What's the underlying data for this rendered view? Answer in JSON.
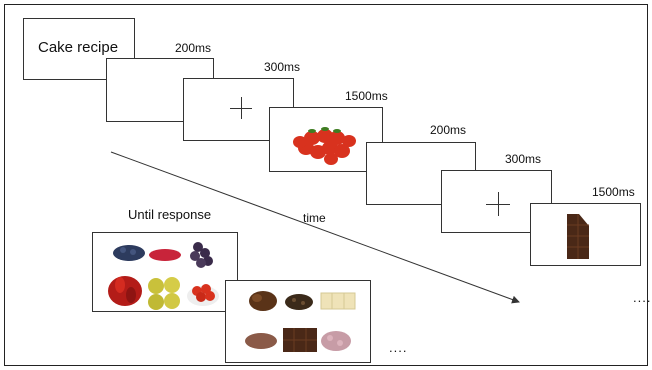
{
  "first_screen": {
    "text": "Cake recipe"
  },
  "durations": {
    "blank1": "200ms",
    "fix1": "300ms",
    "stim1": "1500ms",
    "blank2": "200ms",
    "fix2": "300ms",
    "stim2": "1500ms"
  },
  "time_label": "time",
  "response_label": "Until response",
  "ellipsis_right": "....",
  "ellipsis_bottom": "....",
  "stimuli": {
    "stim1_icon": "strawberries-image",
    "stim2_icon": "chocolate-bar-image",
    "choice1_icons": [
      "blueberries-image",
      "raspberries-image",
      "grapes-image",
      "chili-peppers-image",
      "yellow-plums-image",
      "strawberry-bowl-image"
    ],
    "choice2_icons": [
      "dates-image",
      "coffee-beans-image",
      "white-chocolate-image",
      "cocoa-powder-image",
      "dark-chocolate-image",
      "pink-candies-image"
    ]
  },
  "colors": {
    "strawberry": "#d8321e",
    "chocolate": "#4a2817",
    "arrow": "#333333"
  }
}
